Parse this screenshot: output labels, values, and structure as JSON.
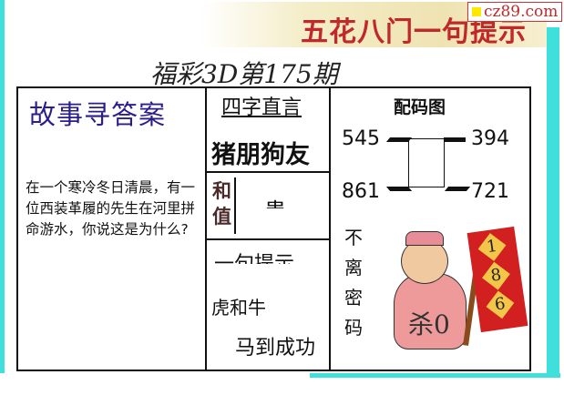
{
  "watermark": "cz89.com",
  "banner": "五花八门一句提示",
  "issue_title": "福彩3D第175期",
  "story": {
    "title": "故事寻答案",
    "text": "在一个寒冷冬日清晨，有一位西装革履的先生在河里拼命游水，你说这是为什么?"
  },
  "middle": {
    "header": "四字直言",
    "idiom": "猪朋狗友",
    "hezhi_label": "和值",
    "hezhi_value": "患",
    "hint_header": "一句提示",
    "hint_line1": "虎和牛",
    "hint_line2": "马到成功"
  },
  "right": {
    "header": "配码图",
    "codes": [
      "545",
      "394",
      "861",
      "721"
    ],
    "vertical_label": [
      "不",
      "离",
      "密",
      "码"
    ],
    "flag_digits": [
      "1",
      "8",
      "6"
    ],
    "kill": "杀0"
  }
}
